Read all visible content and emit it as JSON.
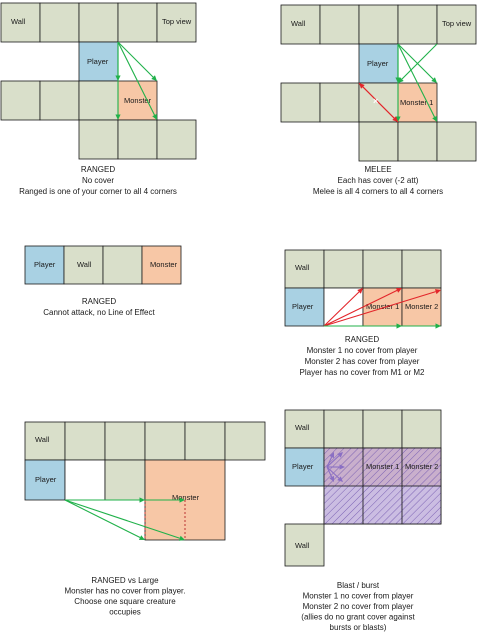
{
  "colors": {
    "wall": "#d9dfca",
    "player": "#a9d1e3",
    "monster": "#f7c7a6",
    "blast": "#b9a6d8",
    "grid": "#1a1a1a",
    "green_arrow": "#20b14a",
    "red_arrow": "#e3262b",
    "purple_arrow": "#8a6fc4"
  },
  "panels": [
    {
      "cell_labels": {
        "wall": "Wall",
        "top_view": "Top view",
        "player": "Player",
        "monster": "Monster"
      },
      "caption": [
        "RANGED",
        "No cover",
        "Ranged is one of your corner to all 4 corners"
      ]
    },
    {
      "cell_labels": {
        "wall": "Wall",
        "top_view": "Top view",
        "player": "Player",
        "monster": "Monster 1"
      },
      "caption": [
        "MELEE",
        "Each has cover (-2 att)",
        "Melee is all 4 corners to all 4 corners"
      ]
    },
    {
      "cell_labels": {
        "player": "Player",
        "wall": "Wall",
        "monster": "Monster"
      },
      "caption": [
        "RANGED",
        "Cannot attack, no Line of Effect"
      ]
    },
    {
      "cell_labels": {
        "wall": "Wall",
        "player": "Player",
        "monster1": "Monster 1",
        "monster2": "Monster 2"
      },
      "caption": [
        "RANGED",
        "Monster 1 no cover from player",
        "Monster 2 has cover from player",
        "Player has no cover from M1 or M2"
      ]
    },
    {
      "cell_labels": {
        "wall": "Wall",
        "player": "Player",
        "monster": "Monster"
      },
      "caption": [
        "RANGED vs Large",
        "Monster has no cover from player.",
        "Choose one square creature",
        "occupies"
      ]
    },
    {
      "cell_labels": {
        "wall_top": "Wall",
        "player": "Player",
        "monster1": "Monster 1",
        "monster2": "Monster 2",
        "wall_bottom": "Wall"
      },
      "caption": [
        "Blast / burst",
        "Monster 1 no cover from player",
        "Monster 2 no cover from player",
        "(allies do no grant cover against",
        "bursts or blasts)"
      ]
    }
  ]
}
